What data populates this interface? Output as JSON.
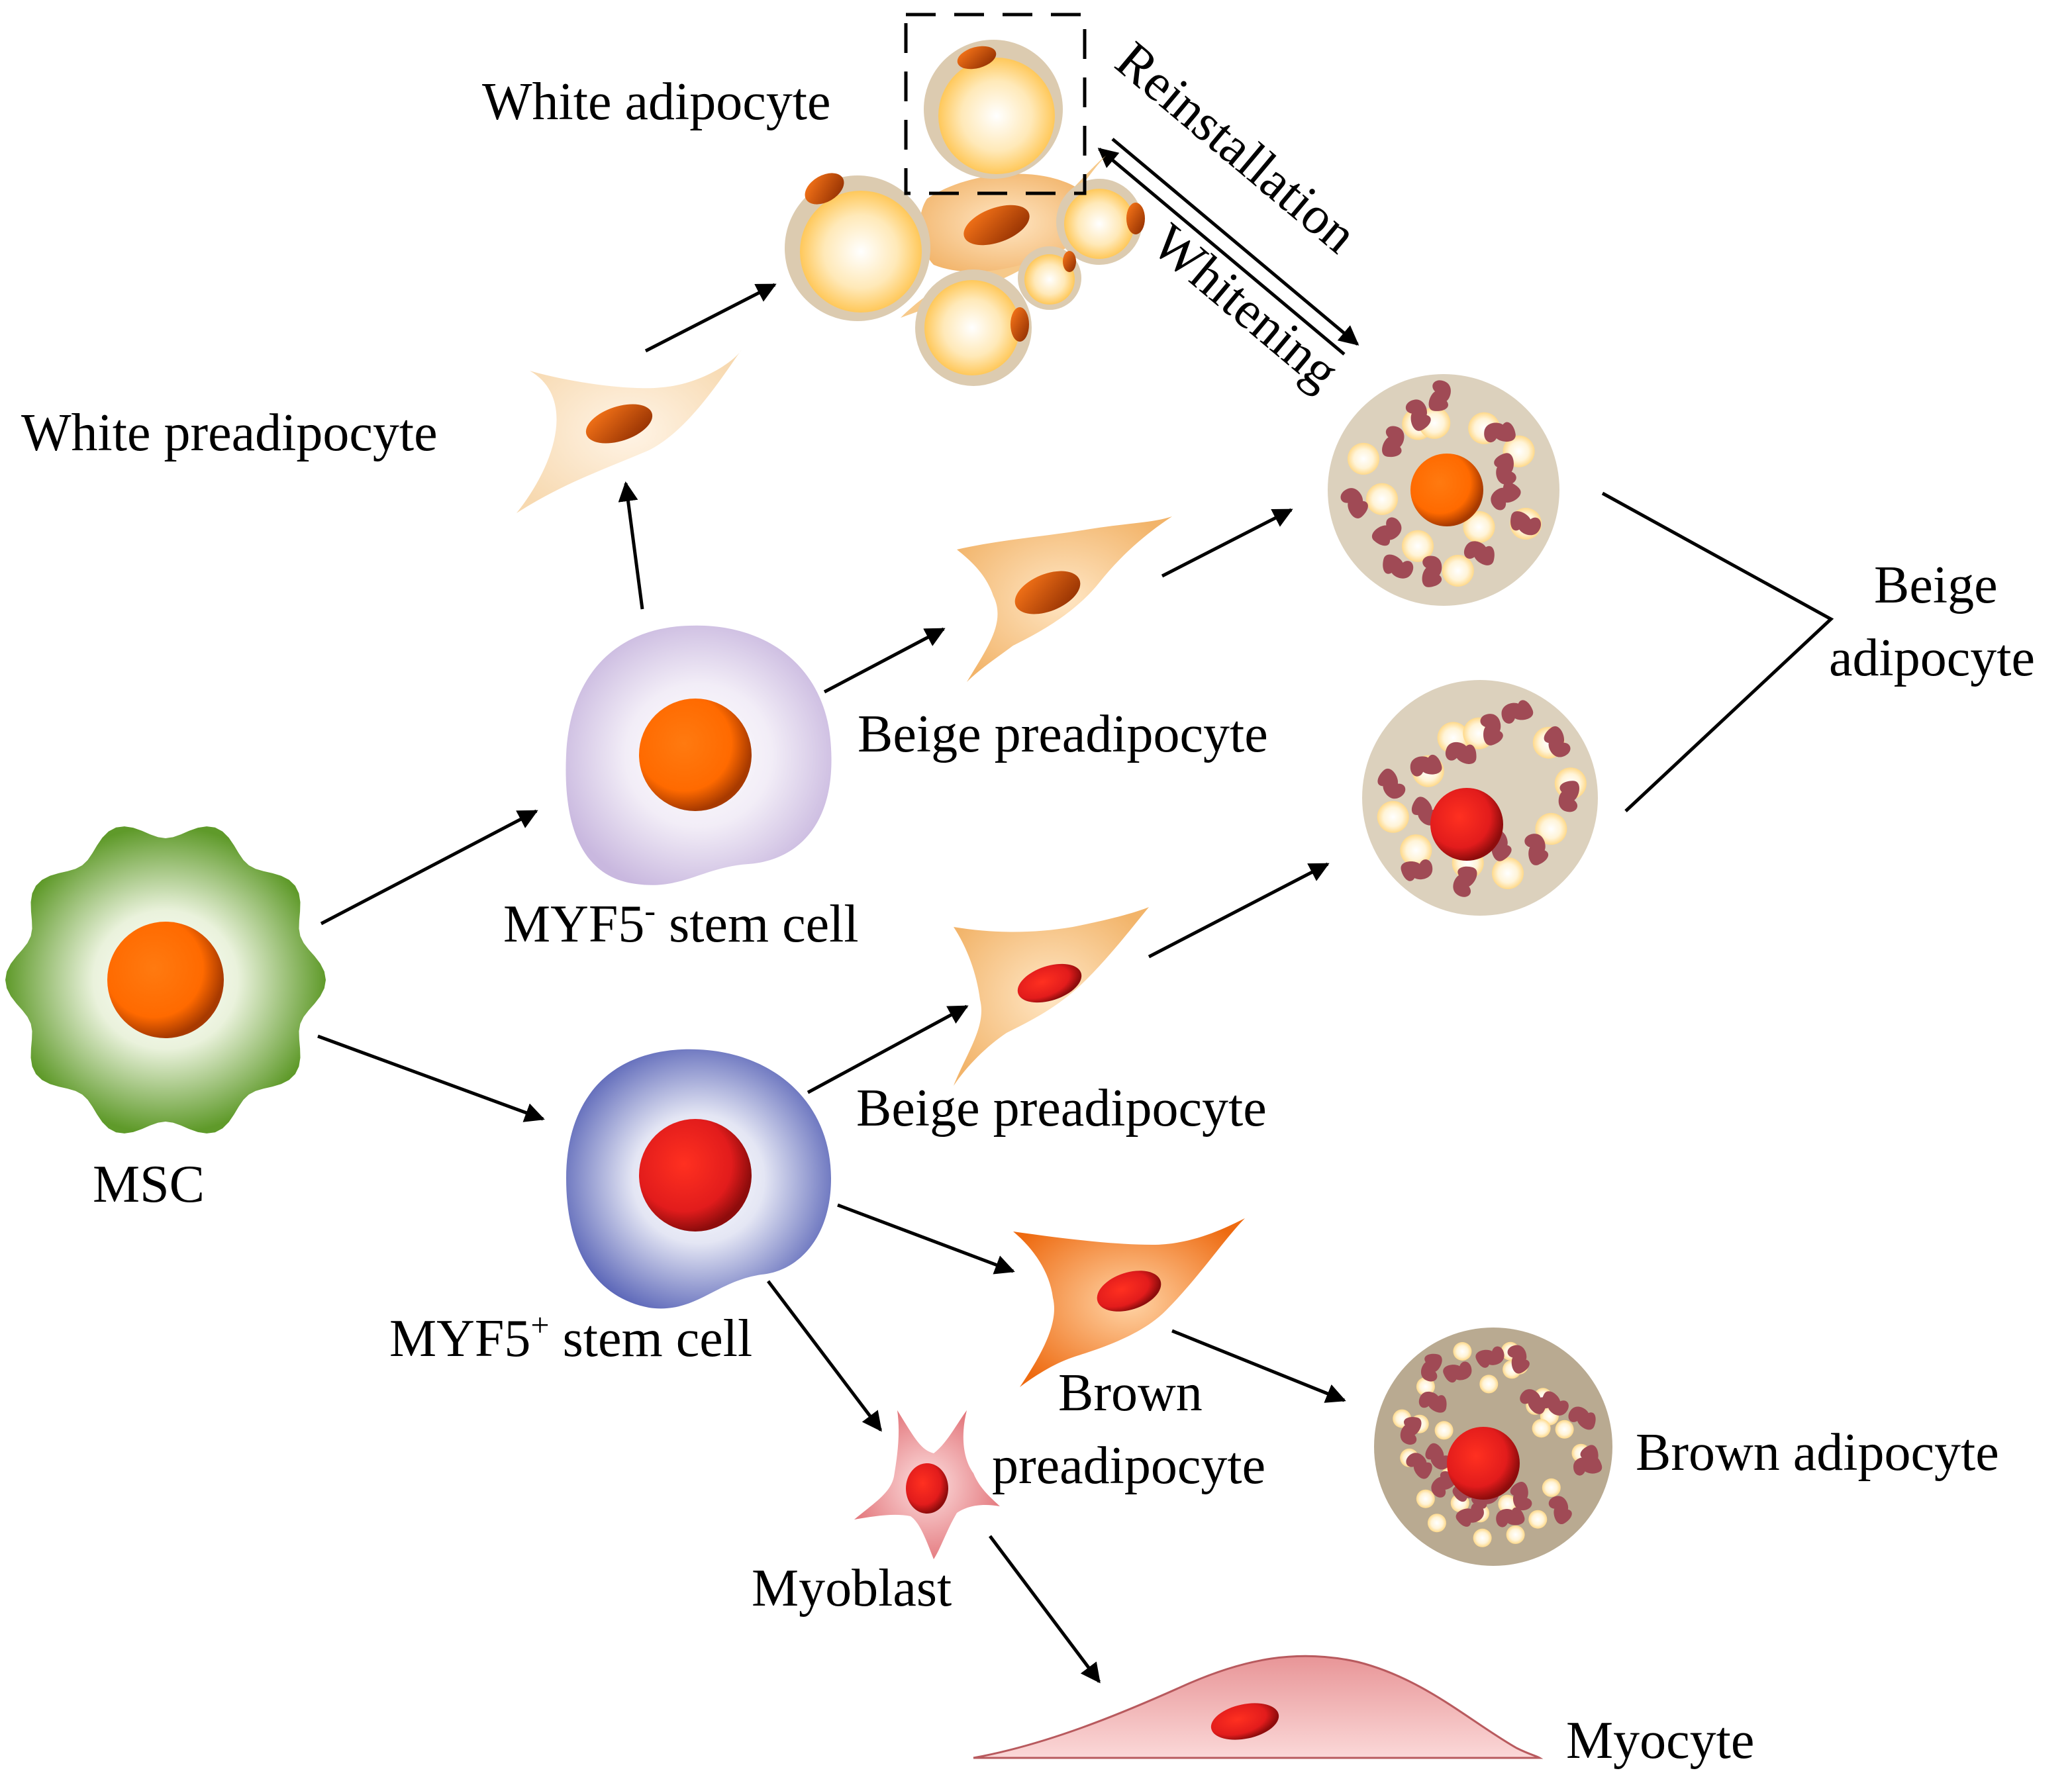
{
  "labels": {
    "msc": "MSC",
    "myf5_minus": "MYF5",
    "myf5_minus_sup": "-",
    "myf5_minus_rest": " stem cell",
    "myf5_plus": "MYF5",
    "myf5_plus_sup": "+",
    "myf5_plus_rest": " stem cell",
    "white_preadipocyte": "White preadipocyte",
    "white_adipocyte": "White adipocyte",
    "beige_preadipocyte_upper": "Beige preadipocyte",
    "beige_preadipocyte_lower": "Beige preadipocyte",
    "beige_adipocyte_line1": "Beige",
    "beige_adipocyte_line2": "adipocyte",
    "brown_preadipocyte_line1": "Brown",
    "brown_preadipocyte_line2": "preadipocyte",
    "brown_adipocyte": "Brown adipocyte",
    "myoblast": "Myoblast",
    "myocyte": "Myocyte",
    "reinstallation": "Reinstallation",
    "whitening": "Whitening"
  },
  "colors": {
    "msc": "#5f9a2a",
    "myf5_minus": "#c9b8df",
    "myf5_plus": "#6d78c4",
    "nucleus_orange": "#ff6a00",
    "nucleus_red": "#e21c1c",
    "white_adipocyte_lipid": "#ffd57a",
    "beige_cytoplasm": "#dcd1bd",
    "brown_cytoplasm": "#b8a990",
    "mitochondria": "#a04a55",
    "preadipocyte": "#f7c98b",
    "brown_preadipocyte": "#f27c1f",
    "myoblast": "#e8868a",
    "myocyte": "#f0a3a4"
  }
}
